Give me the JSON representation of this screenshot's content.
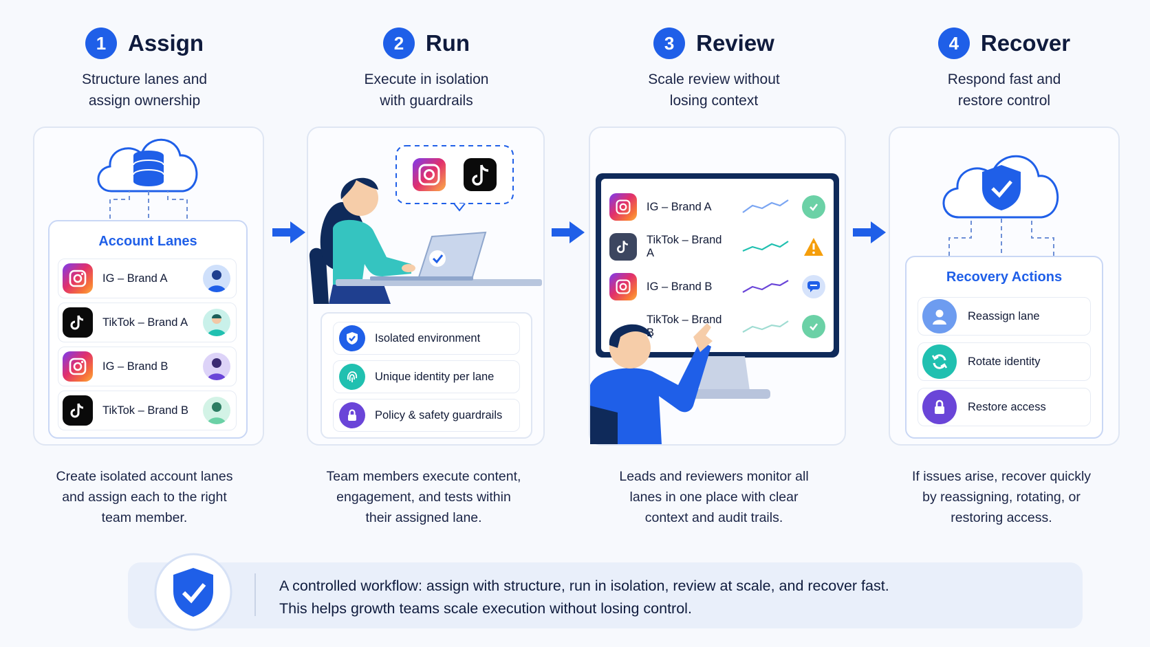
{
  "steps": [
    {
      "number": "1",
      "title": "Assign",
      "subtitle_line1": "Structure lanes and",
      "subtitle_line2": "assign ownership",
      "desc_line1": "Create isolated account lanes",
      "desc_line2": "and assign each to the right",
      "desc_line3": "team member."
    },
    {
      "number": "2",
      "title": "Run",
      "subtitle_line1": "Execute in isolation",
      "subtitle_line2": "with guardrails",
      "desc_line1": "Team members execute content,",
      "desc_line2": "engagement, and tests within",
      "desc_line3": "their assigned lane."
    },
    {
      "number": "3",
      "title": "Review",
      "subtitle_line1": "Scale review without",
      "subtitle_line2": "losing context",
      "desc_line1": "Leads and reviewers monitor all",
      "desc_line2": "lanes in one place with clear",
      "desc_line3": "context and audit trails."
    },
    {
      "number": "4",
      "title": "Recover",
      "subtitle_line1": "Respond fast and",
      "subtitle_line2": "restore control",
      "desc_line1": "If issues arise, recover quickly",
      "desc_line2": "by reassigning, rotating, or",
      "desc_line3": "restoring access."
    }
  ],
  "account_lanes": {
    "title": "Account Lanes",
    "items": [
      {
        "label": "IG – Brand A",
        "icon": "instagram-icon"
      },
      {
        "label": "TikTok – Brand A",
        "icon": "tiktok-icon"
      },
      {
        "label": "IG – Brand B",
        "icon": "instagram-icon"
      },
      {
        "label": "TikTok – Brand B",
        "icon": "tiktok-icon"
      }
    ]
  },
  "run_features": [
    {
      "label": "Isolated environment",
      "icon": "shield-check-icon"
    },
    {
      "label": "Unique identity per lane",
      "icon": "fingerprint-icon"
    },
    {
      "label": "Policy & safety guardrails",
      "icon": "lock-icon"
    }
  ],
  "review_rows": [
    {
      "label": "IG – Brand A",
      "status": "ok-check-icon"
    },
    {
      "label": "TikTok – Brand A",
      "status": "warning-icon"
    },
    {
      "label": "IG – Brand B",
      "status": "comment-icon"
    },
    {
      "label": "TikTok – Brand B",
      "status": "ok-check-icon"
    }
  ],
  "recovery": {
    "title": "Recovery Actions",
    "items": [
      {
        "label": "Reassign lane",
        "icon": "user-icon"
      },
      {
        "label": "Rotate identity",
        "icon": "rotate-icon"
      },
      {
        "label": "Restore access",
        "icon": "lock-icon"
      }
    ]
  },
  "footer": {
    "line1": "A controlled workflow: assign with structure, run in isolation, review at scale, and recover fast.",
    "line2": "This helps growth teams scale execution without losing control."
  },
  "colors": {
    "primary": "#1f5fe8",
    "purple": "#6a45d8",
    "teal": "#20c0b0",
    "warning": "#f59e0b",
    "success": "#6bd1a6"
  }
}
